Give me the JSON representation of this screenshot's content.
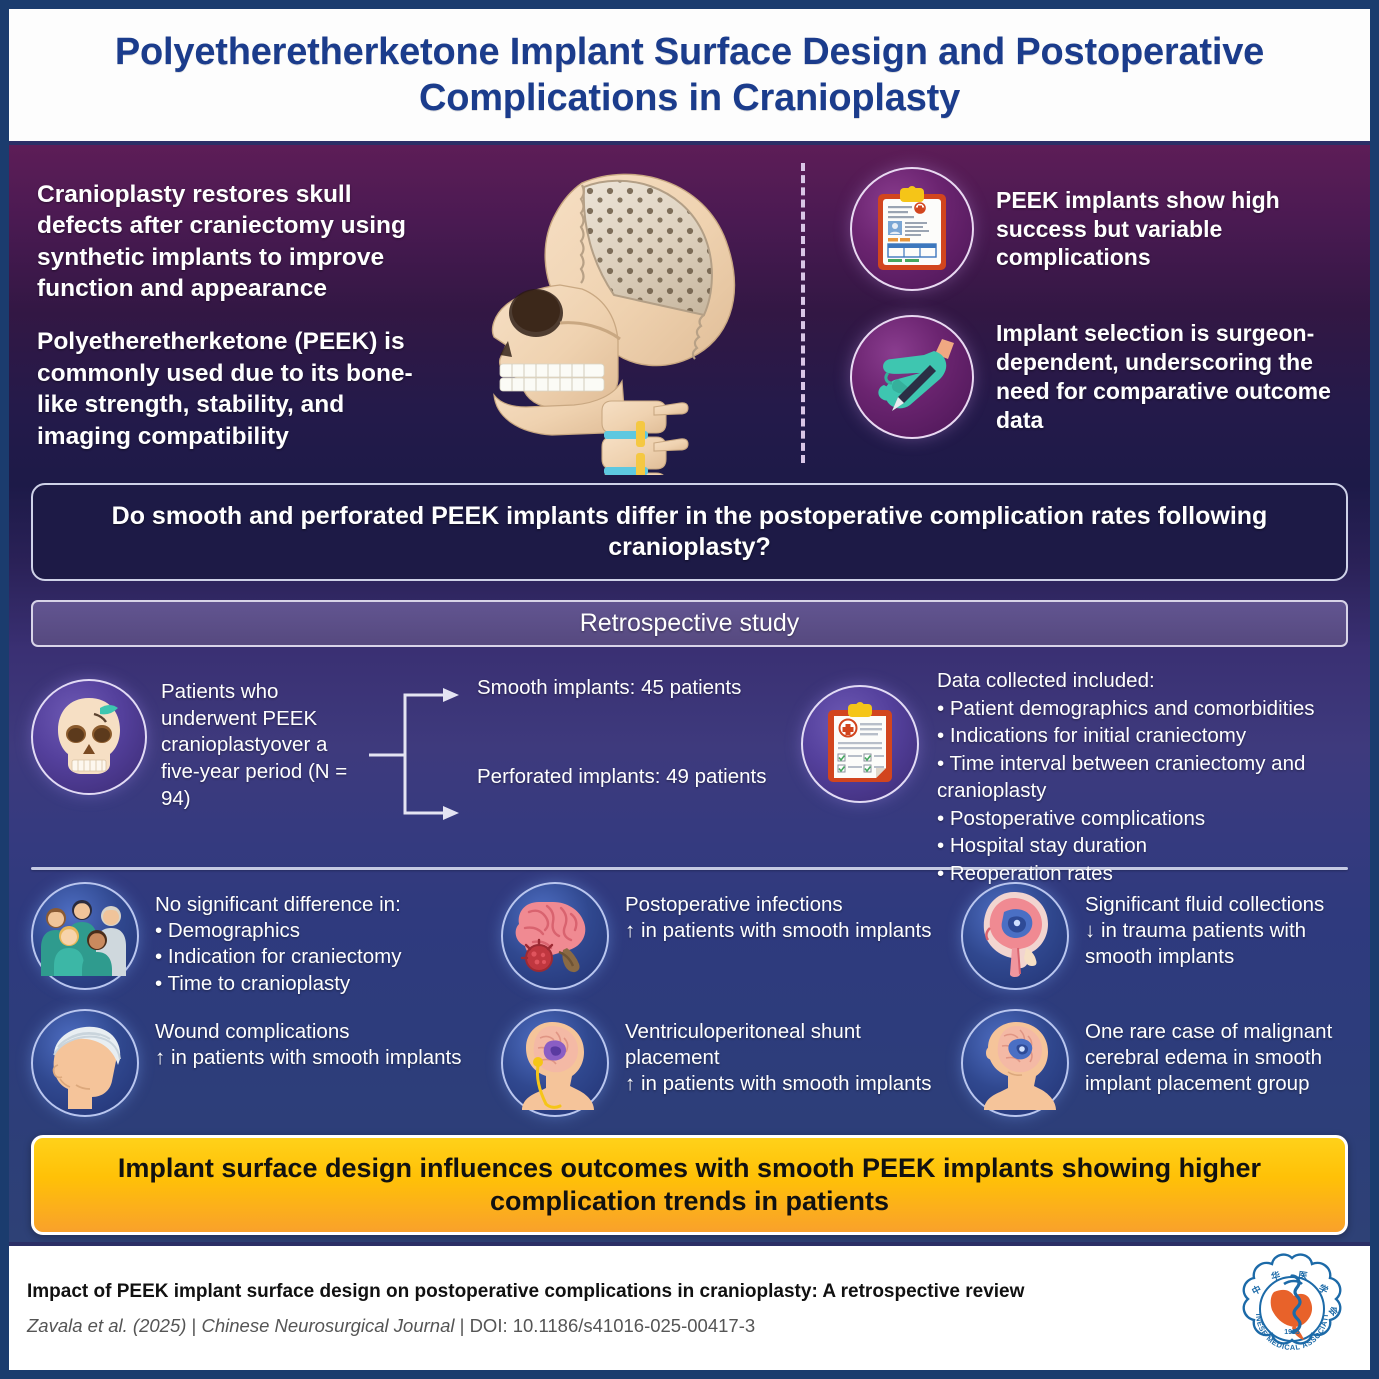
{
  "title": "Polyetheretherketone Implant Surface Design and Postoperative Complications in Cranioplasty",
  "background": {
    "paragraphs": [
      "Cranioplasty restores skull defects after craniectomy using synthetic implants to improve function and appearance",
      "Polyetheretherketone (PEEK) is commonly used due to its bone-like strength, stability, and imaging compatibility"
    ],
    "facts": [
      {
        "icon": "clipboard-report-icon",
        "text": "PEEK implants show high success but variable complications"
      },
      {
        "icon": "gloved-hand-scalpel-icon",
        "text": "Implant selection is surgeon-dependent, underscoring the need for comparative outcome data"
      }
    ],
    "skull_icon": "skull-with-perforated-implant-illustration"
  },
  "question": "Do smooth and perforated PEEK implants differ in the postoperative complication rates following cranioplasty?",
  "study_type": "Retrospective study",
  "methods": {
    "population_icon": "skull-front-icon",
    "population": "Patients who underwent PEEK cranioplastyover a five-year period (N = 94)",
    "groups": [
      "Smooth implants: 45 patients",
      "Perforated implants: 49 patients"
    ],
    "data_icon": "clipboard-checklist-icon",
    "data_heading": "Data collected included:",
    "data_items": [
      "• Patient demographics and comorbidities",
      "• Indications for initial craniectomy",
      "• Time interval between craniectomy and cranioplasty",
      "• Postoperative complications",
      "• Hospital stay duration",
      "• Reoperation rates"
    ]
  },
  "results": [
    {
      "icon": "group-of-people-icon",
      "text": "No significant difference in:\n• Demographics\n• Indication for craniectomy\n• Time to cranioplasty"
    },
    {
      "icon": "infected-brain-icon",
      "text": "Postoperative infections\n↑ in patients with smooth implants"
    },
    {
      "icon": "brain-fluid-collection-icon",
      "text": "Significant fluid collections\n↓ in trauma patients with smooth implants"
    },
    {
      "icon": "bandaged-head-icon",
      "text": "Wound complications\n↑ in patients with smooth implants"
    },
    {
      "icon": "vp-shunt-head-icon",
      "text": "Ventriculoperitoneal shunt placement\n↑ in patients with smooth implants"
    },
    {
      "icon": "cerebral-edema-head-icon",
      "text": "One rare case of malignant cerebral edema in smooth implant placement group"
    }
  ],
  "conclusion": "Implant surface design influences outcomes with smooth PEEK implants showing higher complication trends in patients",
  "footer": {
    "article_title": "Impact of PEEK implant surface design on postoperative complications in cranioplasty: A retrospective review",
    "authors": "Zavala et al. (2025)",
    "sep1": " | ",
    "journal": "Chinese Neurosurgical Journal",
    "sep2": " | ",
    "doi": "DOI: 10.1186/s41016-025-00417-3",
    "logo": "chinese-medical-association-logo"
  },
  "colors": {
    "title_blue": "#1b3c8c",
    "border_navy": "#1b3c6e",
    "conclusion_yellow": "#ffc107",
    "banner_purple": "#56497f"
  }
}
